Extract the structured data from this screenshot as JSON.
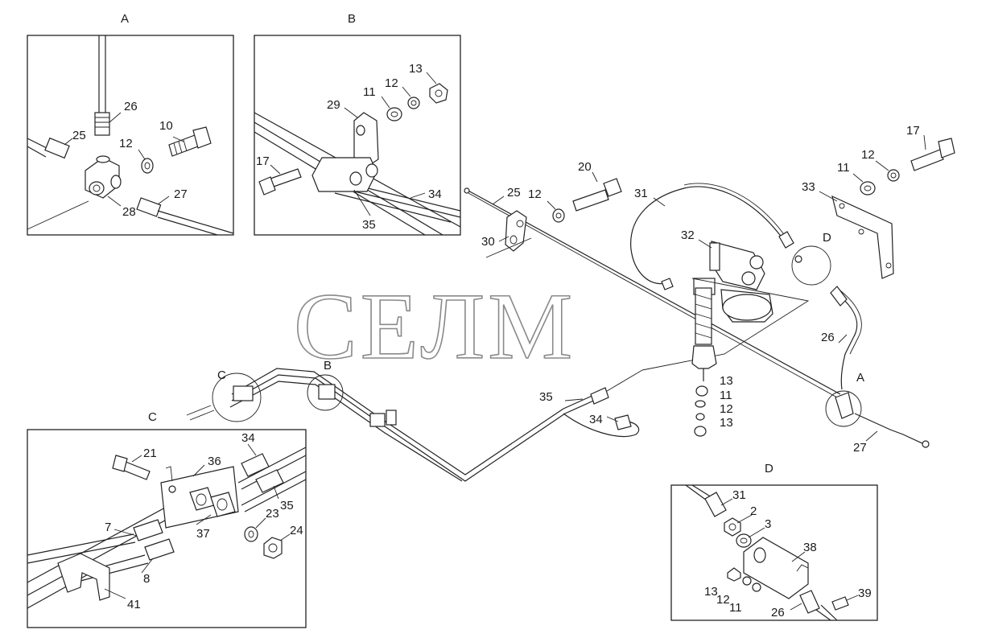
{
  "watermark": "СЕЛМ",
  "detail_views": {
    "A": {
      "title": "A",
      "labels": [
        "26",
        "25",
        "10",
        "12",
        "27",
        "28"
      ]
    },
    "B": {
      "title": "B",
      "labels": [
        "13",
        "11",
        "12",
        "29",
        "17",
        "34",
        "35"
      ]
    },
    "C": {
      "title": "C",
      "labels": [
        "21",
        "36",
        "34",
        "35",
        "23",
        "24",
        "7",
        "37",
        "8",
        "41"
      ]
    },
    "D": {
      "title": "D",
      "labels": [
        "31",
        "2",
        "3",
        "38",
        "13",
        "12",
        "11",
        "26",
        "39"
      ]
    }
  },
  "main_view": {
    "labels": [
      "25",
      "12",
      "20",
      "31",
      "30",
      "32",
      "33",
      "11",
      "12",
      "17",
      "D",
      "26",
      "A",
      "27",
      "13",
      "11",
      "12",
      "13",
      "35",
      "34",
      "C",
      "B"
    ]
  }
}
